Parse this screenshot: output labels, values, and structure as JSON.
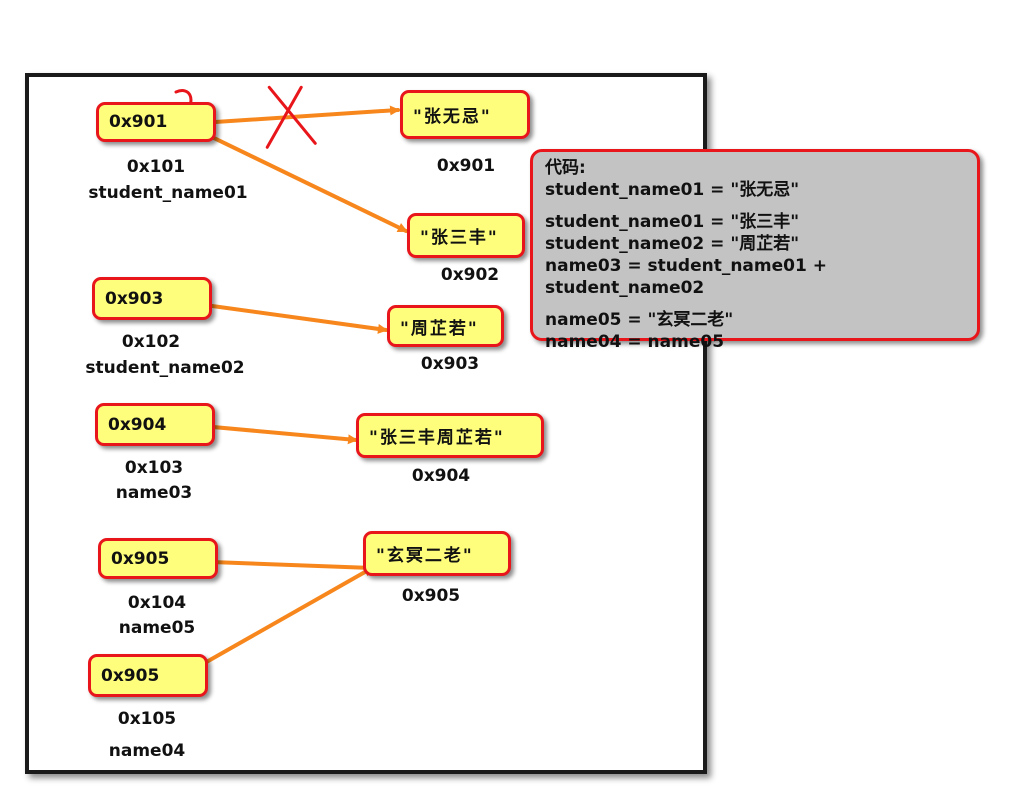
{
  "pointers": [
    {
      "id": "p1",
      "value": "0x901",
      "address": "0x101",
      "name": "student_name01"
    },
    {
      "id": "p2",
      "value": "0x903",
      "address": "0x102",
      "name": "student_name02"
    },
    {
      "id": "p3",
      "value": "0x904",
      "address": "0x103",
      "name": "name03"
    },
    {
      "id": "p4",
      "value": "0x905",
      "address": "0x104",
      "name": "name05"
    },
    {
      "id": "p5",
      "value": "0x905",
      "address": "0x105",
      "name": "name04"
    }
  ],
  "objects": [
    {
      "id": "o1",
      "value": "\"张无忌\"",
      "address": "0x901"
    },
    {
      "id": "o2",
      "value": "\"张三丰\"",
      "address": "0x902"
    },
    {
      "id": "o3",
      "value": "\"周芷若\"",
      "address": "0x903"
    },
    {
      "id": "o4",
      "value": "\"张三丰周芷若\"",
      "address": "0x904"
    },
    {
      "id": "o5",
      "value": "\"玄冥二老\"",
      "address": "0x905"
    }
  ],
  "references": [
    {
      "from": "p1",
      "to": "o1",
      "crossed": true
    },
    {
      "from": "p1",
      "to": "o2",
      "crossed": false
    },
    {
      "from": "p2",
      "to": "o3",
      "crossed": false
    },
    {
      "from": "p3",
      "to": "o4",
      "crossed": false
    },
    {
      "from": "p4",
      "to": "o5",
      "crossed": false
    },
    {
      "from": "p5",
      "to": "o5",
      "crossed": false
    }
  ],
  "code": {
    "header": "代码:",
    "groups": [
      [
        "student_name01 = \"张无忌\""
      ],
      [
        "student_name01 = \"张三丰\"",
        "student_name02 = \"周芷若\"",
        "name03 = student_name01 + student_name02"
      ],
      [
        "name05 = \"玄冥二老\"",
        "name04 = name05"
      ]
    ]
  },
  "colors": {
    "arrow": "#f7871d",
    "strike": "#e8161b",
    "box_fill": "#fefe7c",
    "box_border": "#e8161b",
    "code_fill": "#c3c3c3"
  }
}
